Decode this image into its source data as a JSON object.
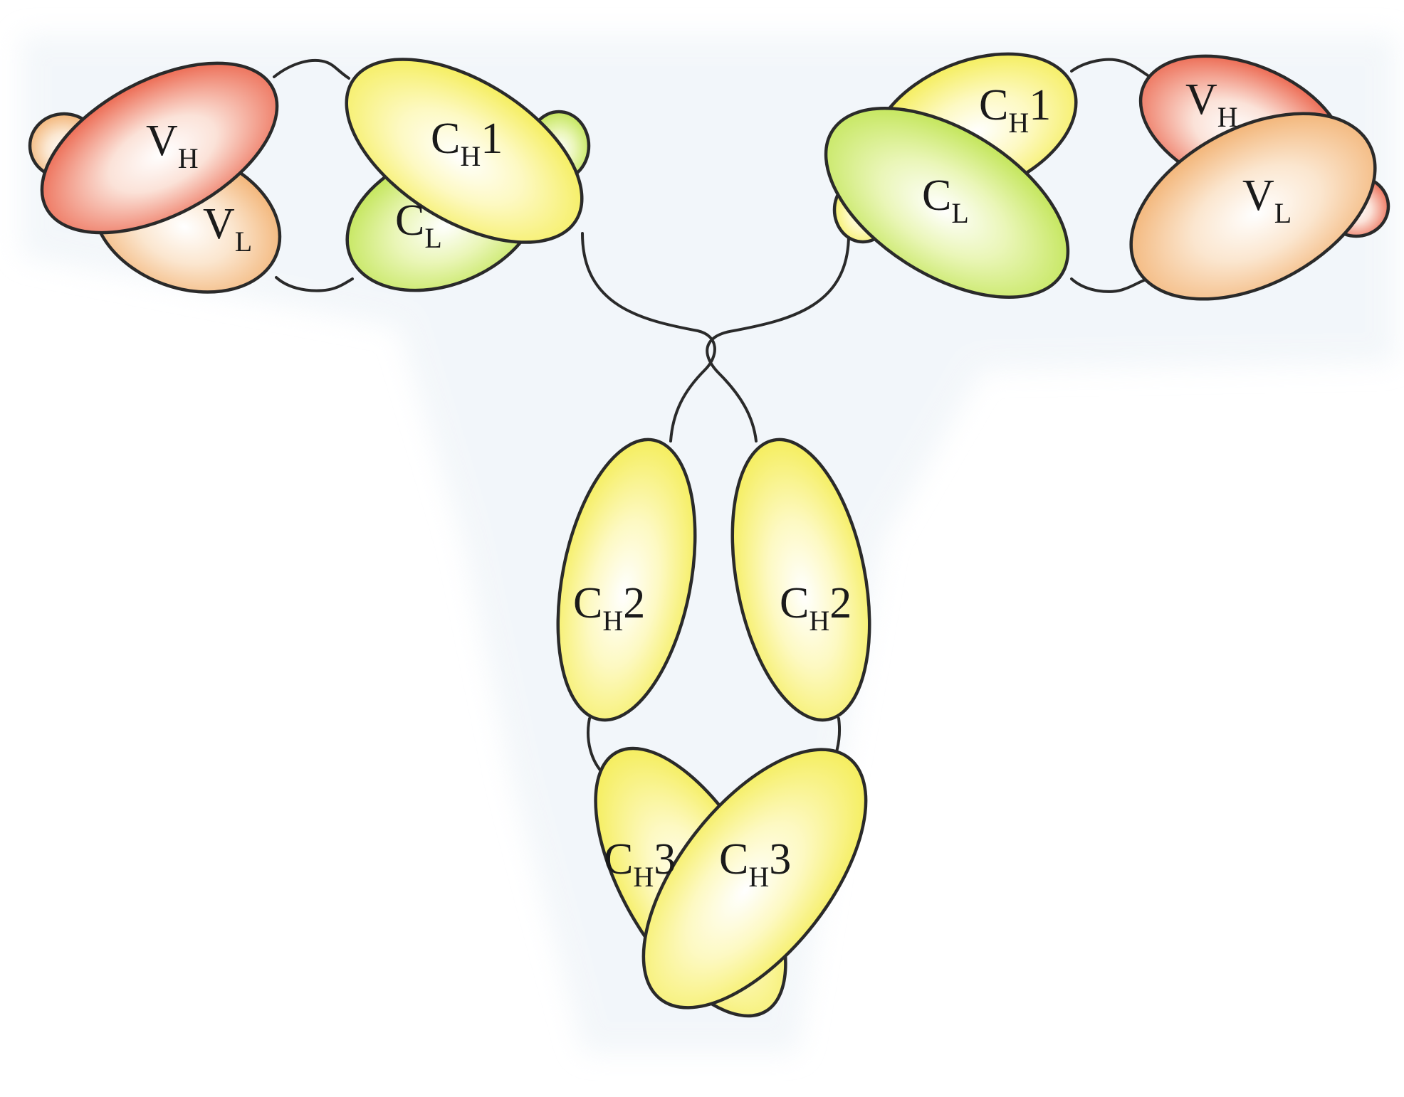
{
  "colors": {
    "vh": "#e8462a",
    "vl": "#f0a45a",
    "ch": "#f2ea3c",
    "cl": "#b6e03a",
    "outline": "#2a2a2a",
    "halo": "#e9f0f6"
  },
  "labels": {
    "vh": {
      "base": "V",
      "sub": "H",
      "suffix": ""
    },
    "vl": {
      "base": "V",
      "sub": "L",
      "suffix": ""
    },
    "ch1": {
      "base": "C",
      "sub": "H",
      "suffix": "1"
    },
    "cl": {
      "base": "C",
      "sub": "L",
      "suffix": ""
    },
    "ch2": {
      "base": "C",
      "sub": "H",
      "suffix": "2"
    },
    "ch3": {
      "base": "C",
      "sub": "H",
      "suffix": "3"
    }
  }
}
